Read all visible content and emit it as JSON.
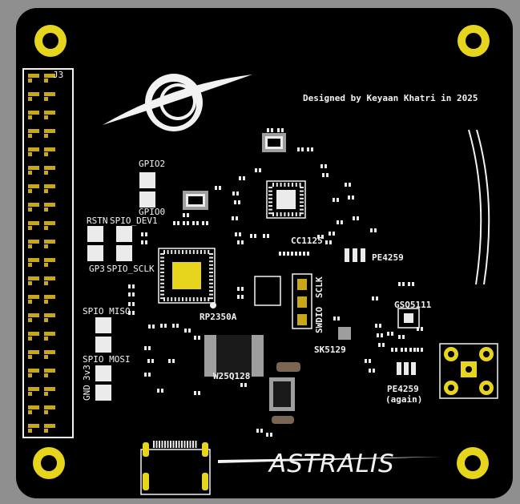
{
  "board": {
    "designer_text": "Designed by Keyaan Khatri in 2025",
    "brand": "ASTRALIS",
    "colors": {
      "frame": "#8f8f8f",
      "board": "#000000",
      "silkscreen": "#f2f2f2",
      "pad_gold": "#c8a818",
      "mount_yellow": "#e6d51c",
      "pad_white": "#ebebeb",
      "pad_grey": "#9e9e9e"
    }
  },
  "labels": {
    "j3": "J3",
    "gpio2": "GPIO2",
    "gpio0": "GPIO0",
    "rstn": "RSTN",
    "spio_dev1": "SPIO_DEV1",
    "gp3": "GP3",
    "spio_sclk": "SPIO_SCLK",
    "spio_miso": "SPIO MISO",
    "spio_mosi": "SPIO MOSI",
    "gnd": "GND",
    "v3v3": "3v3",
    "rp2350a": "RP2350A",
    "cc1125": "CC1125",
    "pe4259": "PE4259",
    "gsq5111": "GSQ5111",
    "sk5129": "SK5129",
    "w25q128": "W25Q128",
    "pe4259_again": "PE4259",
    "again_note": "(again)",
    "sclk": "SCLK",
    "swdio": "SWDIO"
  },
  "icons": {
    "logo": "black-hole-logo",
    "brand": "astralis-wordmark",
    "mount": "mounting-hole",
    "header": "pin-header",
    "connector": "usb-c-connector"
  }
}
